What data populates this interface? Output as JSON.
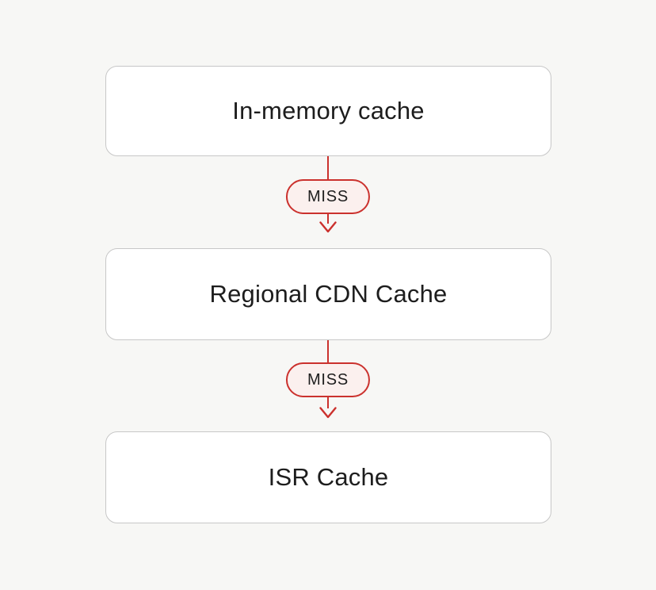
{
  "diagram": {
    "nodes": [
      {
        "id": "in-memory-cache",
        "label": "In-memory cache"
      },
      {
        "id": "regional-cdn-cache",
        "label": "Regional CDN Cache"
      },
      {
        "id": "isr-cache",
        "label": "ISR Cache"
      }
    ],
    "connectors": [
      {
        "from": "in-memory-cache",
        "to": "regional-cdn-cache",
        "label": "MISS"
      },
      {
        "from": "regional-cdn-cache",
        "to": "isr-cache",
        "label": "MISS"
      }
    ]
  },
  "colors": {
    "page-bg": "#f7f7f5",
    "node-bg": "#ffffff",
    "node-border": "#c7c7c7",
    "node-text": "#1d1d1d",
    "accent-red": "#cb312d",
    "badge-bg": "#fbf0ee",
    "badge-text": "#1e1e1e"
  }
}
